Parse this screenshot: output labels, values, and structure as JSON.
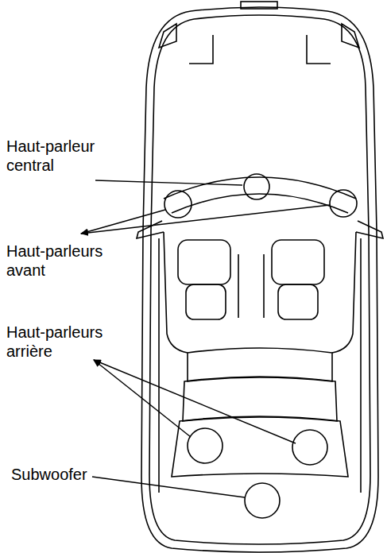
{
  "diagram": {
    "labels": [
      "Haut-parleur central",
      "Haut-parleurs avant",
      "Haut-parleurs arrière",
      "Subwoofer"
    ]
  }
}
